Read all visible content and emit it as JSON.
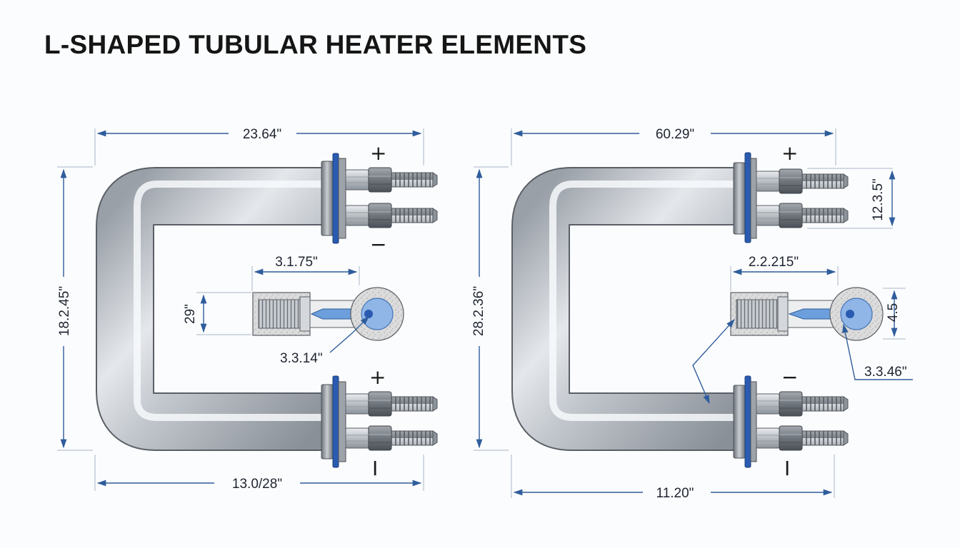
{
  "title": "L-SHAPED TUBULAR HEATER ELEMENTS",
  "left": {
    "top_width": "23.64\"",
    "height": "18.2.45\"",
    "bottom_width": "13.0/28\"",
    "detail_length": "3.1.75\"",
    "detail_height": "29\"",
    "detail_diameter": "3.3.14\"",
    "top_terminal_top_sign": "+",
    "top_terminal_bottom_sign": "−",
    "bottom_terminal_top_sign": "+",
    "bottom_terminal_bottom_sign": "I"
  },
  "right": {
    "top_width": "60.29\"",
    "height": "28.2.36\"",
    "bottom_width": "11.20\"",
    "terminal_spacing": "12.3.5\"",
    "detail_length": "2.2.215\"",
    "detail_height": "4.5",
    "detail_diameter": "3.3.46\"",
    "top_terminal_top_sign": "+",
    "bottom_terminal_top_sign": "−",
    "bottom_terminal_bottom_sign": "I"
  },
  "colors": {
    "dimension_line": "#2f5d9c",
    "gasket": "#2a5bb0",
    "element_core": "#8fb6e6",
    "metal": "#b4b9c0"
  }
}
